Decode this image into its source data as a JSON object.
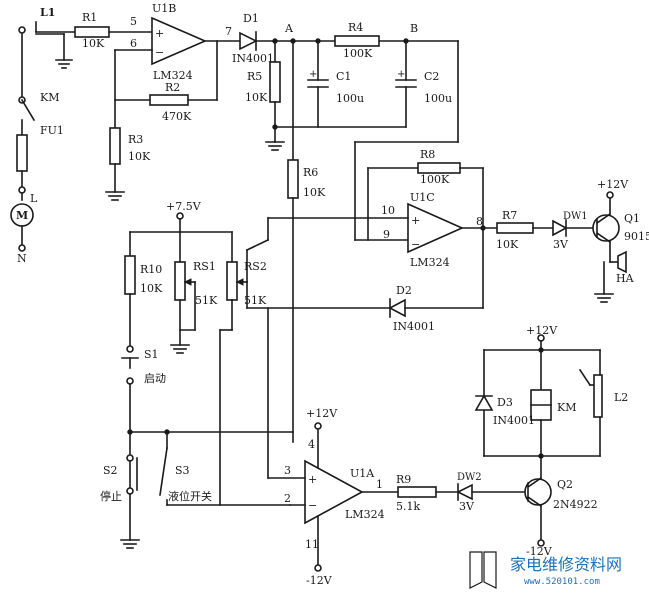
{
  "labels": {
    "L1": "L1",
    "R1": "R1",
    "R1v": "10K",
    "n5": "5",
    "n6": "6",
    "U1B": "U1B",
    "U1Bm": "LM324",
    "n7": "7",
    "D1": "D1",
    "D1v": "IN4001",
    "A": "A",
    "R4": "R4",
    "R4v": "100K",
    "B": "B",
    "C1": "C1",
    "C1v": "100u",
    "C2": "C2",
    "C2v": "100u",
    "R5": "R5",
    "R5v": "10K",
    "R2": "R2",
    "R2v": "470K",
    "R3": "R3",
    "R3v": "10K",
    "KM": "KM",
    "FU1": "FU1",
    "Lt": "L",
    "N": "N",
    "M": "M",
    "R6": "R6",
    "R6v": "10K",
    "R8": "R8",
    "R8v": "100K",
    "U1C": "U1C",
    "U1Cm": "LM324",
    "n10": "10",
    "n9": "9",
    "n8": "8",
    "R7": "R7",
    "R7v": "10K",
    "DW1": "DW1",
    "DW1v": "3V",
    "vcc1": "+12V",
    "Q1": "Q1",
    "Q1m": "9015",
    "HA": "HA",
    "v75": "+7.5V",
    "R10": "R10",
    "R10v": "10K",
    "RS1": "RS1",
    "RS1v": "51K",
    "RS2": "RS2",
    "RS2v": "51K",
    "D2": "D2",
    "D2v": "IN4001",
    "S1": "S1",
    "S1t": "启动",
    "S2": "S2",
    "S2t": "停止",
    "S3": "S3",
    "S3t": "液位开关",
    "vcc2": "+12V",
    "n4": "4",
    "n3": "3",
    "n2": "2",
    "n1": "1",
    "n11": "11",
    "U1A": "U1A",
    "U1Am": "LM324",
    "vneg1": "-12V",
    "R9": "R9",
    "R9v": "5.1k",
    "DW2": "DW2",
    "DW2v": "3V",
    "vcc3": "+12V",
    "D3": "D3",
    "D3v": "IN4001",
    "KM2": "KM",
    "L2": "L2",
    "Q2": "Q2",
    "Q2m": "2N4922",
    "vneg2": "-12V"
  },
  "watermark": {
    "brand": "家电维修资料网",
    "url": "www.520101.com"
  }
}
